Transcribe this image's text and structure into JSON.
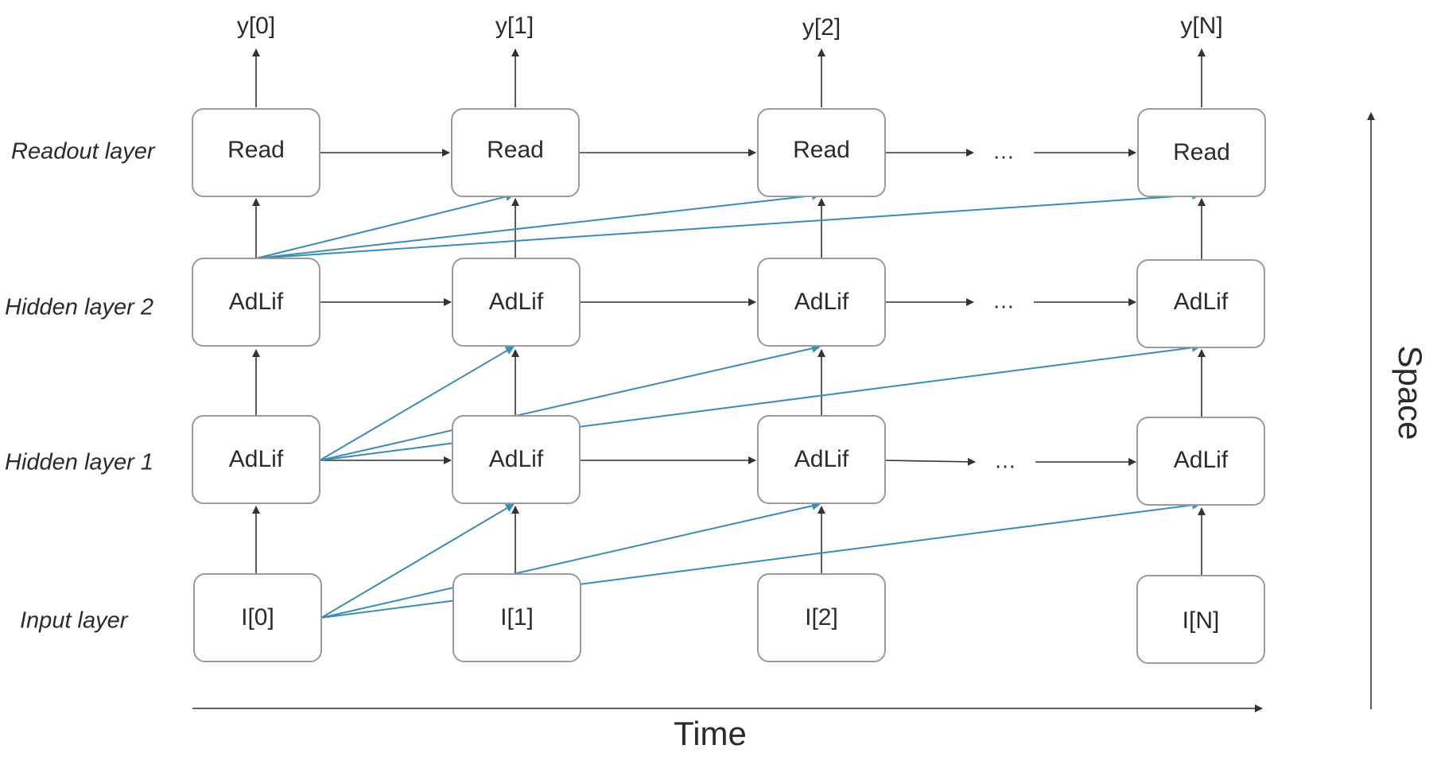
{
  "layers": [
    {
      "label": "Readout layer",
      "node_text": [
        "Read",
        "Read",
        "Read",
        "Read"
      ]
    },
    {
      "label": "Hidden layer 2",
      "node_text": [
        "AdLif",
        "AdLif",
        "AdLif",
        "AdLif"
      ]
    },
    {
      "label": "Hidden layer 1",
      "node_text": [
        "AdLif",
        "AdLif",
        "AdLif",
        "AdLif"
      ]
    },
    {
      "label": "Input layer",
      "node_text": [
        "I[0]",
        "I[1]",
        "I[2]",
        "I[N]"
      ]
    }
  ],
  "outputs": [
    "y[0]",
    "y[1]",
    "y[2]",
    "y[N]"
  ],
  "ellipsis": "…",
  "axes": {
    "time": "Time",
    "space": "Space"
  },
  "colors": {
    "skip_connection": "#3a8db5",
    "arrow": "#333333",
    "box_border": "#9a9a9a"
  }
}
